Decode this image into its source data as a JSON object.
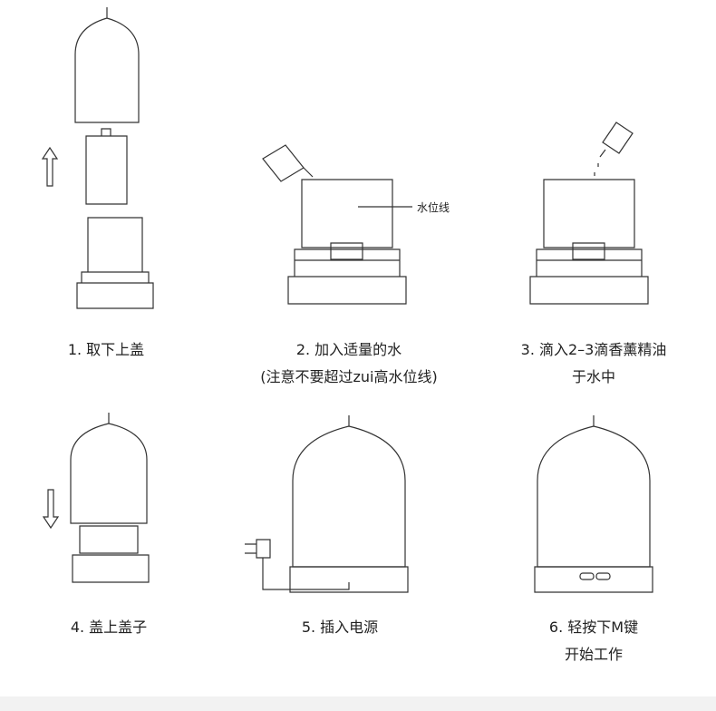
{
  "steps": [
    {
      "line1": "1. 取下上盖",
      "line2": ""
    },
    {
      "line1": "2. 加入适量的水",
      "line2": "(注意不要超过zui高水位线)"
    },
    {
      "line1": "3. 滴入2–3滴香薰精油",
      "line2": "于水中"
    },
    {
      "line1": "4. 盖上盖子",
      "line2": ""
    },
    {
      "line1": "5. 插入电源",
      "line2": ""
    },
    {
      "line1": "6. 轻按下M键",
      "line2": "开始工作"
    }
  ],
  "water_level_label": "水位线"
}
